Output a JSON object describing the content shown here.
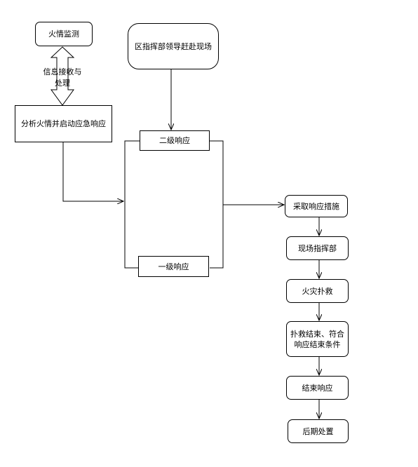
{
  "nodes": {
    "fire_monitor": "火情监测",
    "info_receive": "信息接收与\n处理",
    "analyze": "分析火情并启动应急响应",
    "district_leader": "区指挥部领导赶赴现场",
    "level2": "二级响应",
    "level1": "一级响应",
    "take_measures": "采取响应措施",
    "site_hq": "现场指挥部",
    "fire_fight": "火灾扑救",
    "end_fight": "扑救结束、符合响应结束条件",
    "end_response": "结束响应",
    "aftermath": "后期处置"
  }
}
